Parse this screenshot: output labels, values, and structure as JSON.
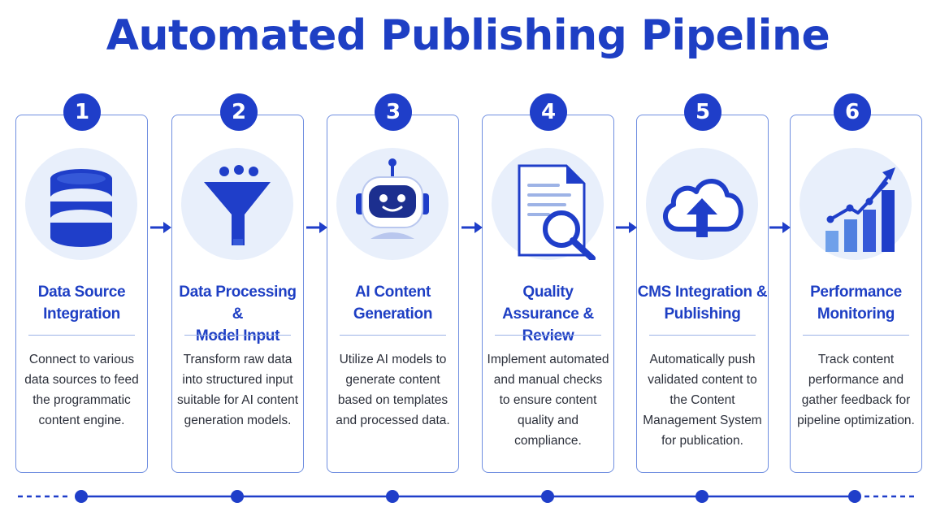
{
  "title": "Automated Publishing Pipeline",
  "colors": {
    "primary": "#1f3ec9",
    "circle_bg": "#e8effb",
    "card_border": "#6f8ee0",
    "text": "#2b2f3a"
  },
  "steps": [
    {
      "number": "1",
      "icon": "database-icon",
      "title_lines": [
        "Data Source",
        "Integration"
      ],
      "description_lines": [
        "Connect to various",
        "data sources to feed",
        "the programmatic",
        "content engine."
      ]
    },
    {
      "number": "2",
      "icon": "funnel-icon",
      "title_lines": [
        "Data Processing &",
        "Model Input"
      ],
      "description_lines": [
        "Transform raw data",
        "into structured input",
        "suitable for AI content",
        "generation models."
      ]
    },
    {
      "number": "3",
      "icon": "robot-icon",
      "title_lines": [
        "AI Content",
        "Generation"
      ],
      "description_lines": [
        "Utilize AI models to",
        "generate content",
        "based on templates",
        "and processed data."
      ]
    },
    {
      "number": "4",
      "icon": "document-search-icon",
      "title_lines": [
        "Quality Assurance &",
        "Review"
      ],
      "description_lines": [
        "Implement automated",
        "and manual checks",
        "to ensure content",
        "quality and",
        "compliance."
      ]
    },
    {
      "number": "5",
      "icon": "cloud-upload-icon",
      "title_lines": [
        "CMS Integration &",
        "Publishing"
      ],
      "description_lines": [
        "Automatically push",
        "validated content to",
        "the Content",
        "Management System",
        "for publication."
      ]
    },
    {
      "number": "6",
      "icon": "bar-chart-growth-icon",
      "title_lines": [
        "Performance",
        "Monitoring"
      ],
      "description_lines": [
        "Track content",
        "performance and",
        "gather feedback for",
        "pipeline optimization."
      ]
    }
  ]
}
